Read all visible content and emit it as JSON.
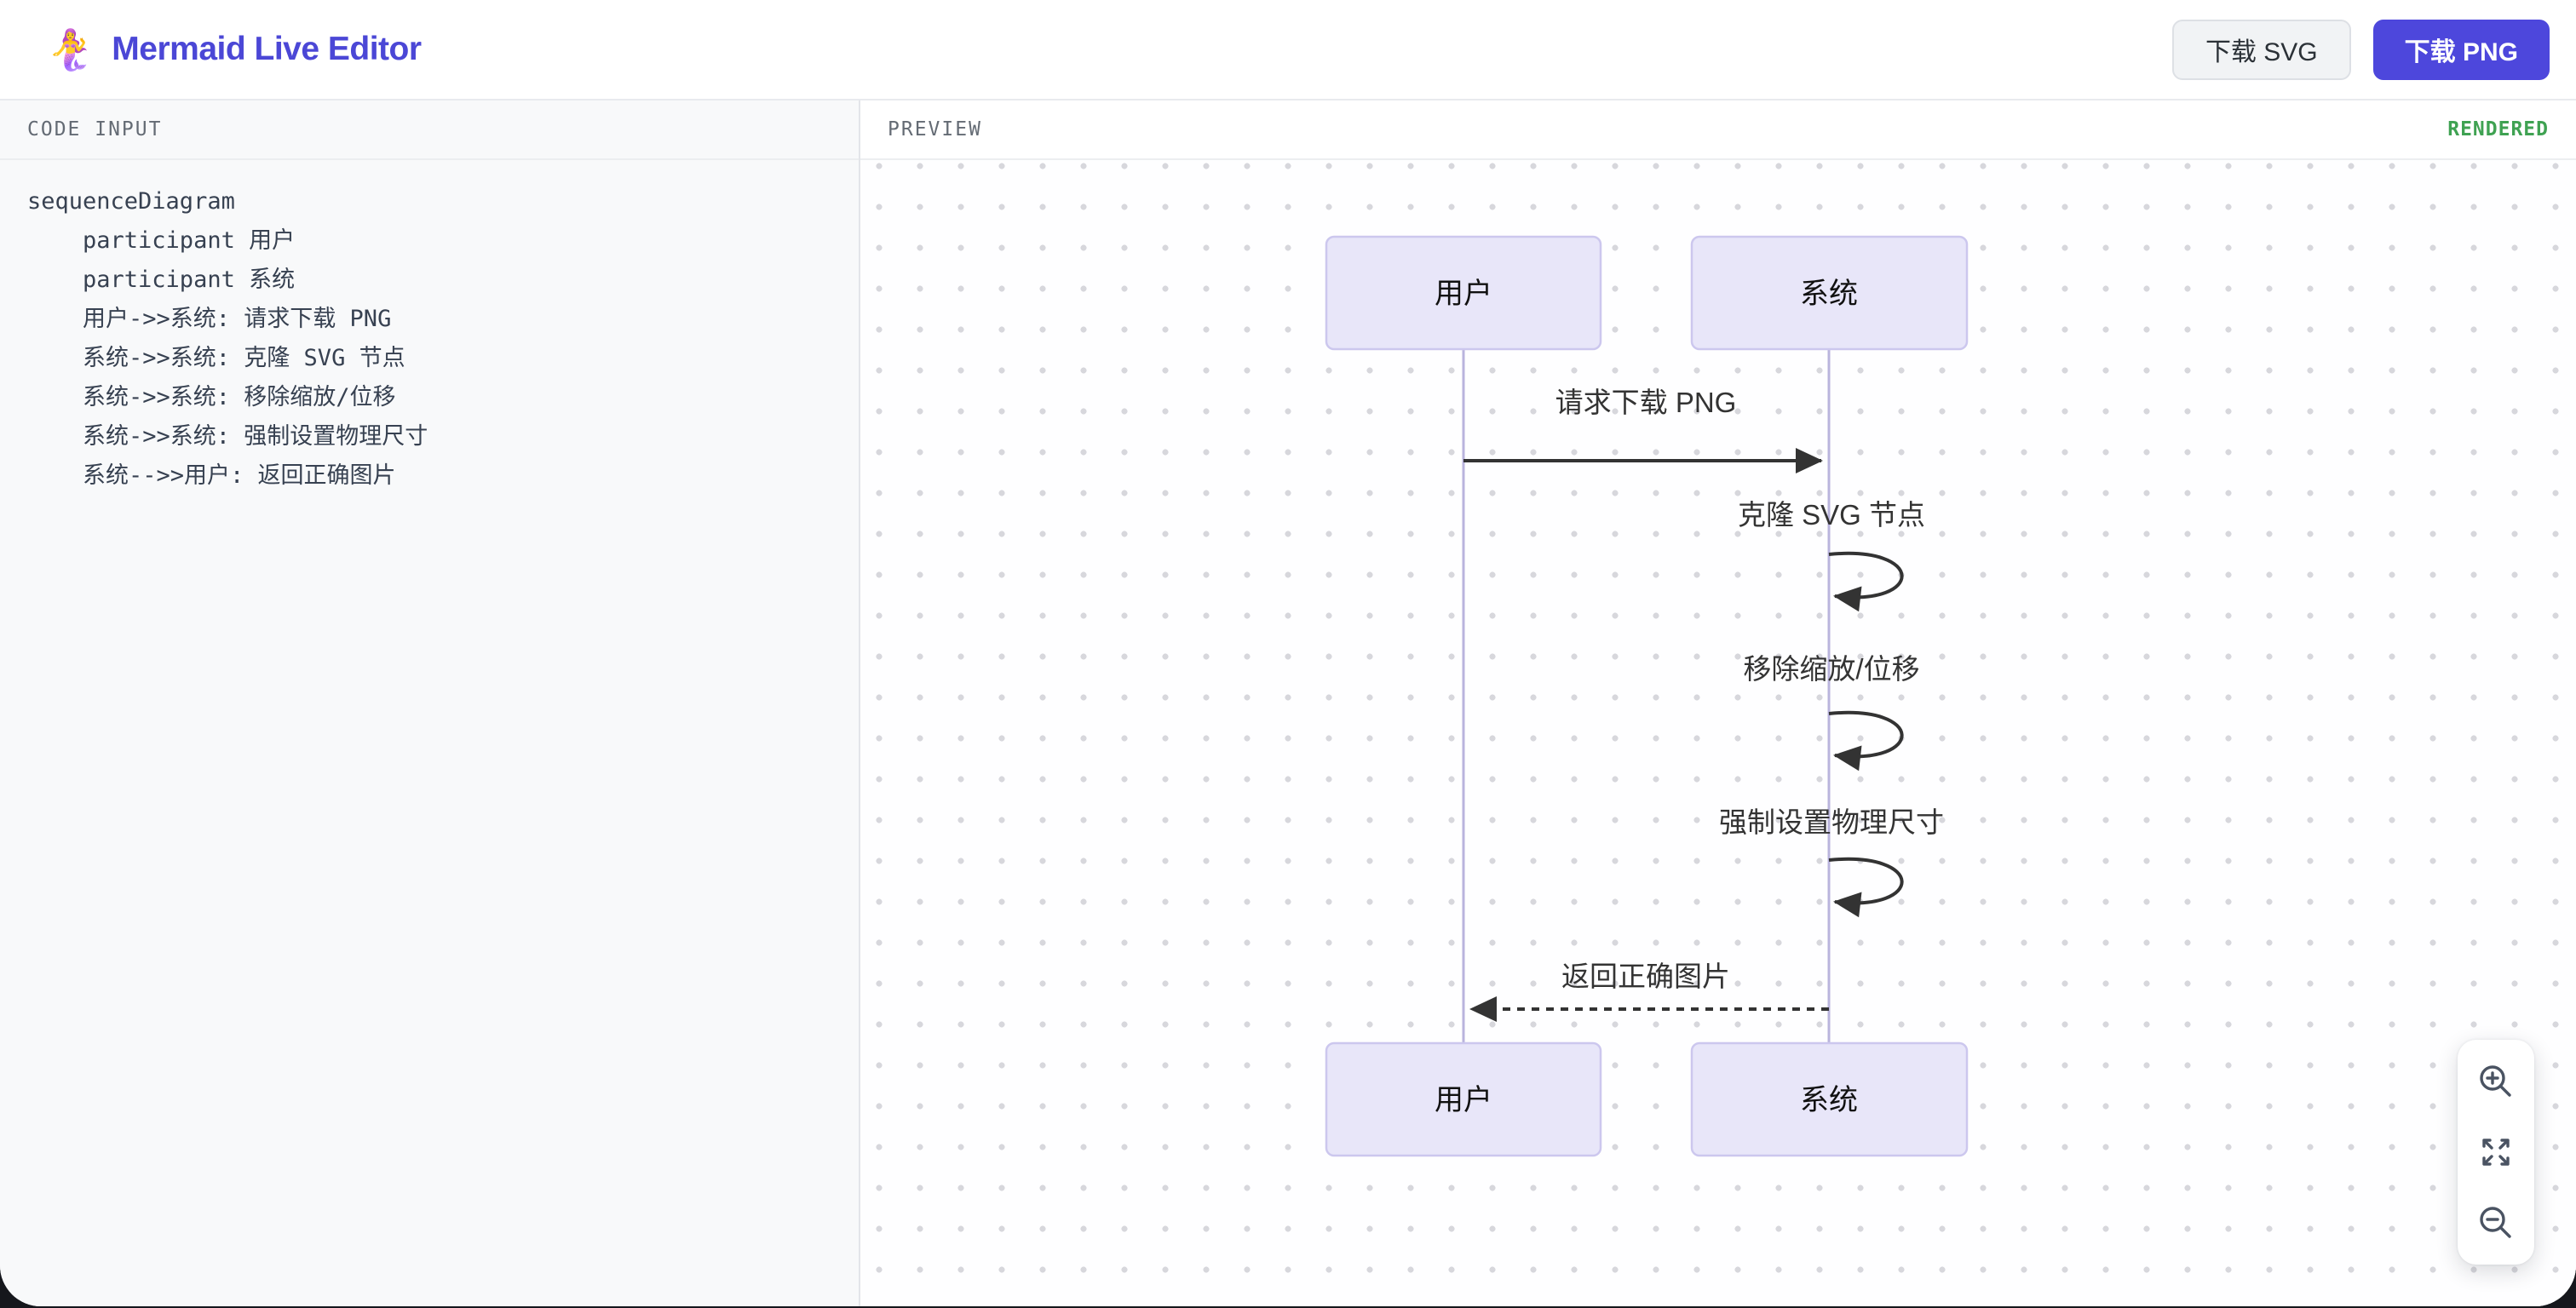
{
  "header": {
    "logo": "🧜‍♀️",
    "title": "Mermaid Live Editor",
    "download_svg_label": "下载 SVG",
    "download_png_label": "下载 PNG"
  },
  "editor": {
    "panel_label": "CODE INPUT",
    "code_lines": [
      "sequenceDiagram",
      "    participant 用户",
      "    participant 系统",
      "    用户->>系统: 请求下载 PNG",
      "    系统->>系统: 克隆 SVG 节点",
      "    系统->>系统: 移除缩放/位移",
      "    系统->>系统: 强制设置物理尺寸",
      "    系统-->>用户: 返回正确图片"
    ]
  },
  "preview": {
    "panel_label": "PREVIEW",
    "status": "RENDERED"
  },
  "diagram": {
    "type": "mermaid-sequence",
    "participants": [
      "用户",
      "系统"
    ],
    "messages": [
      {
        "from": "用户",
        "to": "系统",
        "text": "请求下载 PNG",
        "style": "solid"
      },
      {
        "from": "系统",
        "to": "系统",
        "text": "克隆 SVG 节点",
        "style": "self-loop"
      },
      {
        "from": "系统",
        "to": "系统",
        "text": "移除缩放/位移",
        "style": "self-loop"
      },
      {
        "from": "系统",
        "to": "系统",
        "text": "强制设置物理尺寸",
        "style": "self-loop"
      },
      {
        "from": "系统",
        "to": "用户",
        "text": "返回正确图片",
        "style": "dashed"
      }
    ]
  },
  "zoom_controls": {
    "buttons": [
      {
        "name": "zoom-in"
      },
      {
        "name": "expand"
      },
      {
        "name": "zoom-out"
      }
    ]
  },
  "colors": {
    "accent": "#4d47dc",
    "title": "#4b47d6",
    "rendered_status": "#3fa252",
    "actor_fill": "#e8e6f9",
    "actor_border": "#ccc7ee",
    "lifeline": "#b9b4dd",
    "message": "#333333",
    "dots": "#d7d7dc",
    "panel_bg": "#f8f9fa",
    "page_behind": "#15171c"
  }
}
